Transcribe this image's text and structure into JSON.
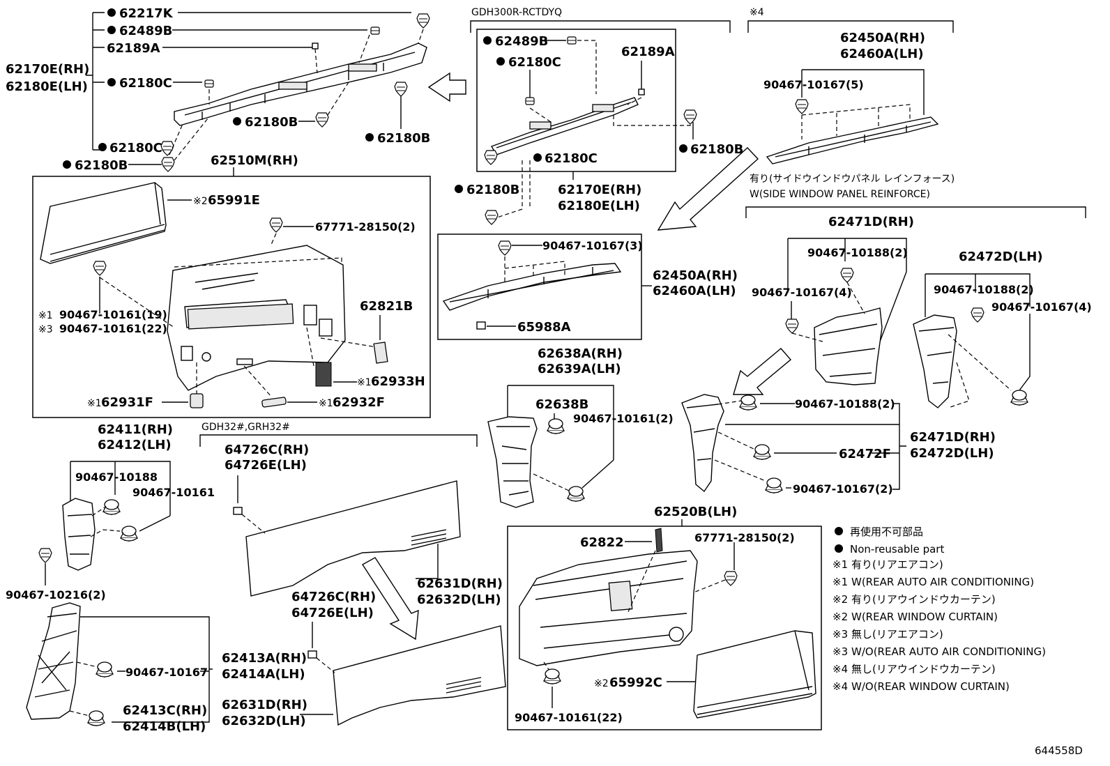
{
  "marks": {
    "dot": "●",
    "note1": "※1",
    "note2": "※2",
    "note3": "※3",
    "note4": "※4"
  },
  "tl": {
    "p62217k": "62217K",
    "p62489b": "62489B",
    "p62189a": "62189A",
    "p62170e": "62170E(RH)",
    "p62180e": "62180E(LH)",
    "p62180c_a": "62180C",
    "p62180b_a": "62180B",
    "p62180b_b": "62180B",
    "p62180c_b": "62180C",
    "p62180b_c": "62180B"
  },
  "tc": {
    "model": "GDH300R-RCTDYQ",
    "p62489b": "62489B",
    "p62180c_a": "62180C",
    "p62189a": "62189A",
    "p62180c_b": "62180C",
    "p62180b_a": "62180B",
    "p62180b_b": "62180B",
    "p62170e": "62170E(RH)",
    "p62180e": "62180E(LH)"
  },
  "tr": {
    "note": "※4",
    "p62450a": "62450A(RH)",
    "p62460a": "62460A(LH)",
    "clip": "90467-10167(5)",
    "cond_jp": "有り(サイドウインドウパネル レインフォース)",
    "cond_en": "W(SIDE WINDOW PANEL REINFORCE)"
  },
  "lb": {
    "title": "62510M(RH)",
    "p65991e": "65991E",
    "p67771": "67771-28150(2)",
    "clip19": "90467-10161(19)",
    "clip22": "90467-10161(22)",
    "p62821b": "62821B",
    "p62933h": "62933H",
    "p62931f": "62931F",
    "p62932f": "62932F"
  },
  "mb": {
    "clip3": "90467-10167(3)",
    "p62450a": "62450A(RH)",
    "p62460a": "62460A(LH)",
    "p65988a": "65988A"
  },
  "pl": {
    "p62638a": "62638A(RH)",
    "p62639a": "62639A(LH)",
    "p62638b": "62638B",
    "clip": "90467-10161(2)"
  },
  "rp": {
    "p62471d_rh": "62471D(RH)",
    "clip188_2": "90467-10188(2)",
    "clip167_4": "90467-10167(4)",
    "p62472d_lh": "62472D(LH)",
    "clip188_2b": "90467-10188(2)",
    "clip167_4b": "90467-10167(4)",
    "clip188_2c": "90467-10188(2)",
    "p62472f": "62472F",
    "clip167_2": "90467-10167(2)",
    "p62471d": "62471D(RH)",
    "p62472d": "62472D(LH)"
  },
  "ll": {
    "p62411": "62411(RH)",
    "p62412": "62412(LH)",
    "clip188": "90467-10188",
    "clip161": "90467-10161",
    "clip216": "90467-10216(2)",
    "clip167": "90467-10167",
    "p62413a": "62413A(RH)",
    "p62414a": "62414A(LH)",
    "p62413c": "62413C(RH)",
    "p62414b": "62414B(LH)"
  },
  "md": {
    "model": "GDH32#,GRH32#",
    "p64726c_a": "64726C(RH)",
    "p64726e_a": "64726E(LH)",
    "p62631d_a": "62631D(RH)",
    "p62632d_a": "62632D(LH)",
    "p64726c_b": "64726C(RH)",
    "p64726e_b": "64726E(LH)",
    "p62631d_b": "62631D(RH)",
    "p62632d_b": "62632D(LH)"
  },
  "rb": {
    "title": "62520B(LH)",
    "p62822": "62822",
    "p67771": "67771-28150(2)",
    "p65992c": "65992C",
    "clip22": "90467-10161(22)"
  },
  "legend": {
    "nr_jp": "再使用不可部品",
    "nr_en": "Non-reusable part",
    "n1_jp": "有り(リアエアコン)",
    "n1_en": "W(REAR AUTO AIR CONDITIONING)",
    "n2_jp": "有り(リアウインドウカーテン)",
    "n2_en": "W(REAR WINDOW CURTAIN)",
    "n3_jp": "無し(リアエアコン)",
    "n3_en": "W/O(REAR AUTO AIR CONDITIONING)",
    "n4_jp": "無し(リアウインドウカーテン)",
    "n4_en": "W/O(REAR WINDOW CURTAIN)"
  },
  "ref": "644558D"
}
